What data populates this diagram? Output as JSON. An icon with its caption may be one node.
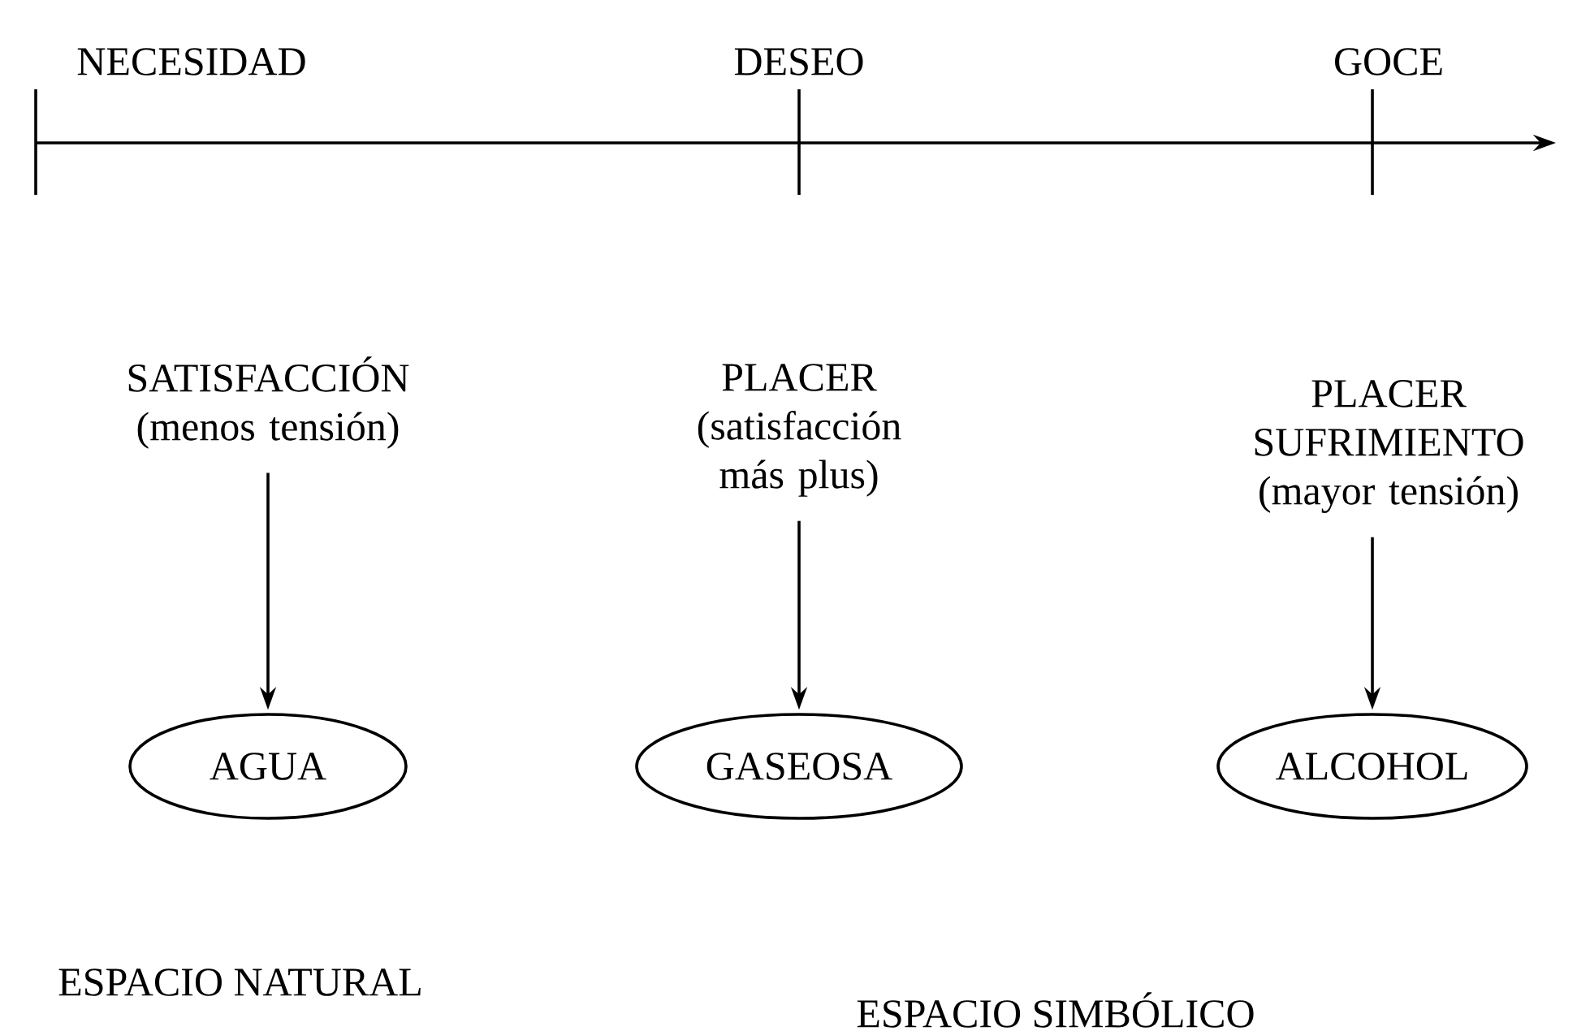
{
  "diagram": {
    "nodes": [
      {
        "text": [
          "SATISFACCIÓN",
          "(menos tensión)"
        ]
      },
      {
        "text": [
          "AGUA"
        ]
      },
      {
        "text": [
          "PLACER",
          "(satisfacción más plus)"
        ]
      },
      {
        "text": [
          "GASEOSA"
        ]
      },
      {
        "text": [
          "PLACER SUFRIMIENTO",
          "(mayor tensión)"
        ]
      },
      {
        "text": [
          "ALCOHOL"
        ]
      }
    ],
    "edges": [
      {
        "from": 0,
        "to": 1,
        "arrow": "to"
      },
      {
        "from": 2,
        "to": 3,
        "arrow": "to"
      },
      {
        "from": 4,
        "to": 5,
        "arrow": "to"
      }
    ],
    "labels": [
      "NECESIDAD",
      "DESEO",
      "GOCE",
      "ESPACIO NATURAL",
      "ESPACIO SIMBÓLICO"
    ]
  }
}
